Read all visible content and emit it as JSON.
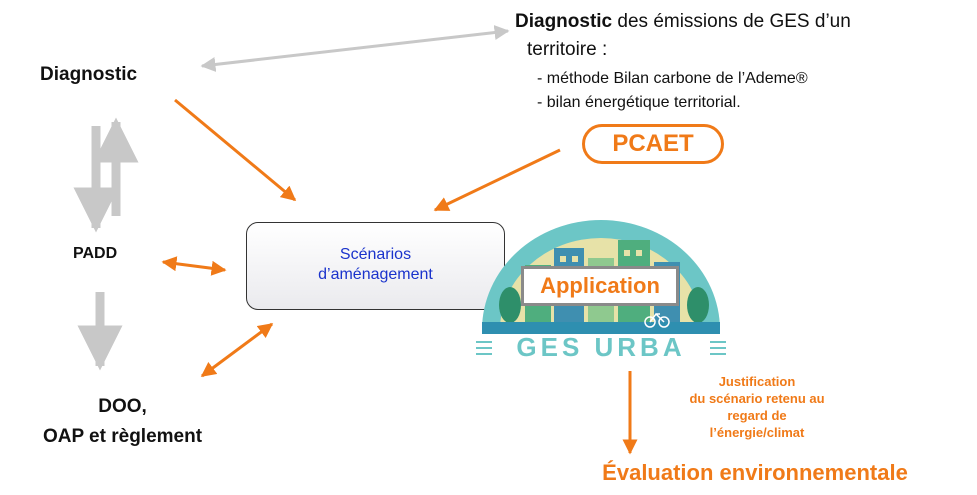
{
  "nodes": {
    "diagnostic": "Diagnostic",
    "padd": "PADD",
    "doo_line1": "DOO,",
    "doo_line2": "OAP et règlement",
    "scenarios_line1": "Scénarios",
    "scenarios_line2": "d’aménagement"
  },
  "ges_diagnostic": {
    "bold": "Diagnostic",
    "rest": " des émissions de GES d’un",
    "line2": "territoire :",
    "items": [
      "- méthode Bilan carbone de l’Ademe®",
      "- bilan énergétique territorial."
    ]
  },
  "pcaet": "PCAET",
  "application": {
    "label": "Application",
    "logo_text": "GES URBA"
  },
  "justification": {
    "line1": "Justification",
    "line2": "du scénario retenu au",
    "line3": "regard de",
    "line4": "l’énergie/climat"
  },
  "evaluation": "Évaluation environnementale",
  "colors": {
    "orange": "#f07a18",
    "grey_arrow": "#c8c8c8",
    "scenario_text": "#1a33cc",
    "logo_teal": "#6cc6c6"
  }
}
